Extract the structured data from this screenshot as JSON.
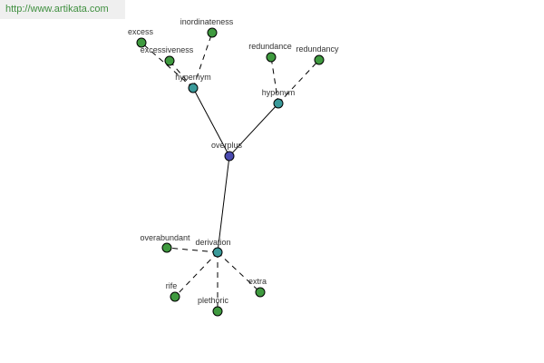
{
  "watermark": {
    "url": "http://www.artikata.com"
  },
  "colors": {
    "root_node": "#4a4ab0",
    "relation_node": "#3a9a9a",
    "word_node": "#3f9a3f",
    "edge": "#000000"
  },
  "graph": {
    "root": "overplus",
    "relations": [
      {
        "id": "hypernym",
        "label": "hypernym"
      },
      {
        "id": "hyponym",
        "label": "hyponym"
      },
      {
        "id": "derivation",
        "label": "derivation"
      }
    ],
    "words": [
      {
        "id": "excess",
        "label": "excess",
        "relation": "hypernym"
      },
      {
        "id": "excessiveness",
        "label": "excessiveness",
        "relation": "hypernym"
      },
      {
        "id": "inordinateness",
        "label": "inordinateness",
        "relation": "hypernym"
      },
      {
        "id": "redundance",
        "label": "redundance",
        "relation": "hyponym"
      },
      {
        "id": "redundancy",
        "label": "redundancy",
        "relation": "hyponym"
      },
      {
        "id": "overabundant",
        "label": "overabundant",
        "relation": "derivation"
      },
      {
        "id": "rife",
        "label": "rife",
        "relation": "derivation"
      },
      {
        "id": "plethoric",
        "label": "plethoric",
        "relation": "derivation"
      },
      {
        "id": "extra",
        "label": "extra",
        "relation": "derivation"
      }
    ]
  }
}
